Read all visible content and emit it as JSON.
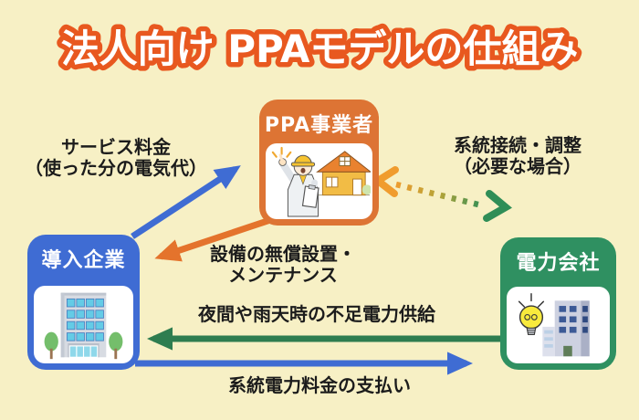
{
  "title": "法人向け PPAモデルの仕組み",
  "colors": {
    "background": "#f7f0c5",
    "title_fill": "#ffffff",
    "title_stroke": "#e8581f",
    "ppa_orange": "#dd7434",
    "company_blue": "#3f6cd3",
    "utility_green": "#2f9061",
    "arrow_blue": "#3f6cd3",
    "arrow_orange": "#e4732c",
    "arrow_green": "#2e7d50",
    "dotted_arrow_start": "#f09c2e",
    "dotted_arrow_end": "#2f8e57",
    "label_text": "#1c1c1c"
  },
  "entities": {
    "ppa": {
      "label": "PPA事業者",
      "icon": "worker-with-house-icon"
    },
    "company": {
      "label": "導入企業",
      "icon": "office-building-icon"
    },
    "utility": {
      "label": "電力会社",
      "icon": "lightbulb-building-icon"
    }
  },
  "flows": {
    "service_fee": {
      "line1": "サービス料金",
      "line2": "（使った分の電気代）",
      "from": "導入企業",
      "to": "PPA事業者",
      "style": "solid-blue-arrow"
    },
    "grid_connection": {
      "line1": "系統接続・調整",
      "line2": "（必要な場合）",
      "from": "PPA事業者",
      "to": "電力会社",
      "style": "dotted-bidirectional-orange-green"
    },
    "equipment": {
      "line1": "設備の無償設置・",
      "line2": "メンテナンス",
      "from": "PPA事業者",
      "to": "導入企業",
      "style": "solid-orange-arrow"
    },
    "backup_supply": {
      "text": "夜間や雨天時の不足電力供給",
      "from": "電力会社",
      "to": "導入企業",
      "style": "solid-green-arrow"
    },
    "grid_payment": {
      "text": "系統電力料金の支払い",
      "from": "導入企業",
      "to": "電力会社",
      "style": "solid-blue-arrow"
    }
  }
}
